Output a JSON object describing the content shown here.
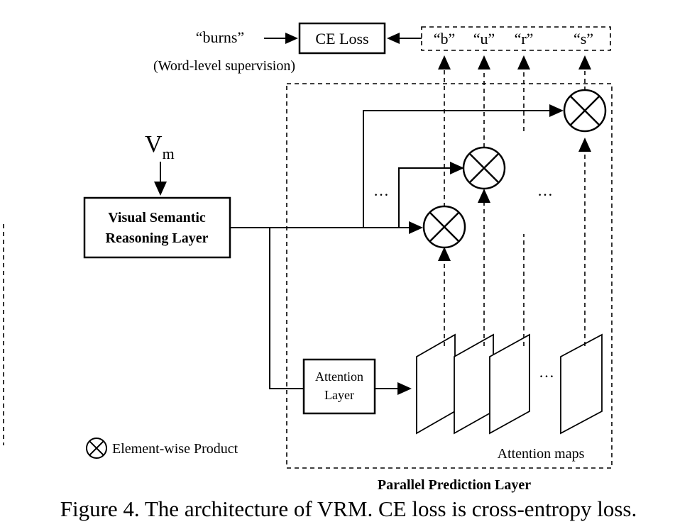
{
  "labels": {
    "burns": "“burns”",
    "word_supervision": "(Word-level supervision)",
    "ce_loss": "CE Loss",
    "vm_main": "V",
    "vm_sub": "m",
    "vsr_line1": "Visual Semantic",
    "vsr_line2": "Reasoning Layer",
    "attention_line1": "Attention",
    "attention_line2": "Layer",
    "attention_maps": "Attention maps",
    "parallel_prediction": "Parallel Prediction Layer",
    "legend": "Element-wise Product",
    "ellipsis": "…",
    "caption": "Figure 4. The architecture of VRM. CE loss is cross-entropy loss."
  },
  "outputs": [
    "“b”",
    "“u”",
    "“r”",
    "“s”"
  ]
}
